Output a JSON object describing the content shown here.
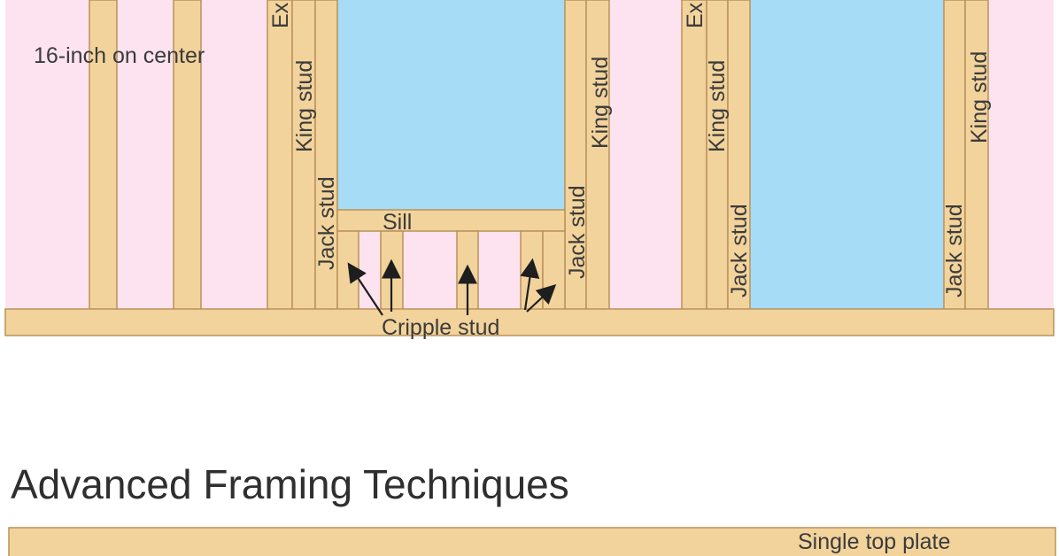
{
  "labels": {
    "on_center": "16-inch on center",
    "king_stud": "King stud",
    "jack_stud": "Jack stud",
    "sill": "Sill",
    "cripple_stud": "Cripple stud",
    "extra_stud_partial": "Ex",
    "single_top_plate": "Single top plate"
  },
  "section_title": "Advanced Framing Techniques",
  "colors": {
    "wall_insulation": "#fde3ef",
    "lumber": "#f2d39c",
    "lumber_outline": "#b9925a",
    "window_glass": "#a6dcf6",
    "text": "#3b3b3b"
  }
}
